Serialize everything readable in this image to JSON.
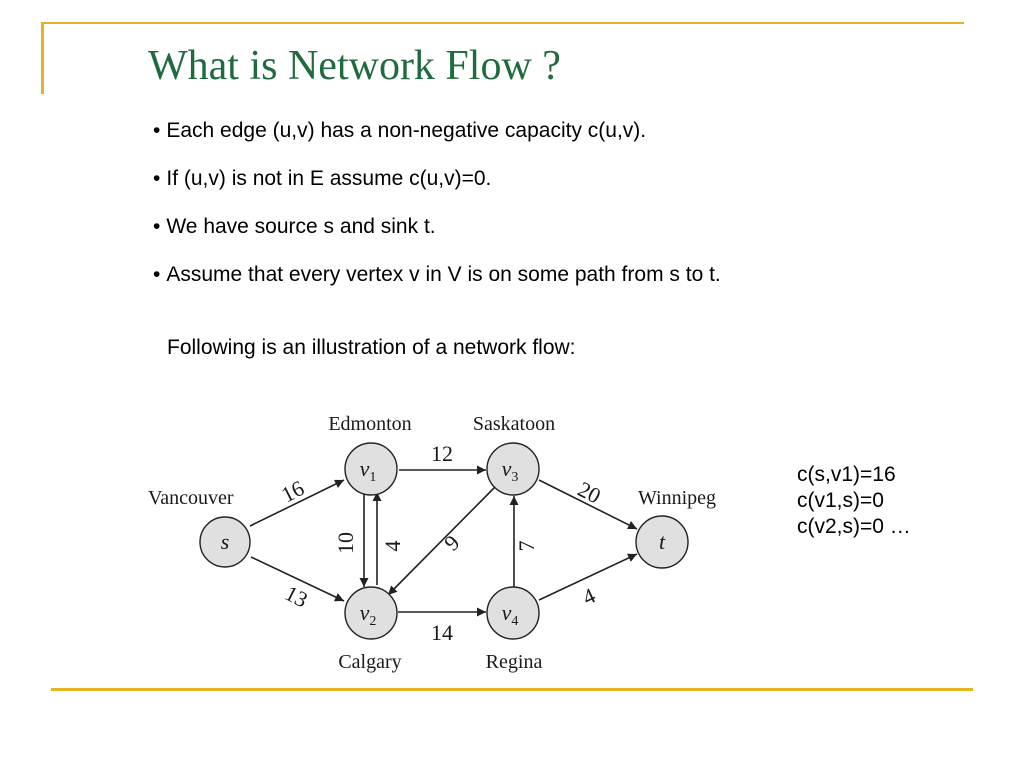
{
  "colors": {
    "title": "#1f6b3f",
    "frame": "#e6b422",
    "node_fill": "#e0e0e0",
    "edge": "#222222"
  },
  "title": "What is Network Flow ?",
  "bullets": [
    "Each edge (u,v) has a non-negative capacity c(u,v).",
    "If (u,v) is not in E assume c(u,v)=0.",
    "We have source s and sink t.",
    "Assume that every vertex v in V is on some path from s to t."
  ],
  "bullet_symbol": "•",
  "following_text": "Following is an illustration of a network flow:",
  "diagram": {
    "cities": {
      "vancouver": "Vancouver",
      "edmonton": "Edmonton",
      "saskatoon": "Saskatoon",
      "calgary": "Calgary",
      "regina": "Regina",
      "winnipeg": "Winnipeg"
    },
    "vertices": {
      "s": {
        "base": "s",
        "sub": ""
      },
      "v1": {
        "base": "v",
        "sub": "1"
      },
      "v2": {
        "base": "v",
        "sub": "2"
      },
      "v3": {
        "base": "v",
        "sub": "3"
      },
      "v4": {
        "base": "v",
        "sub": "4"
      },
      "t": {
        "base": "t",
        "sub": ""
      }
    },
    "capacities": {
      "s_v1": "16",
      "s_v2": "13",
      "v1_v2": "10",
      "v2_v1": "4",
      "v1_v3": "12",
      "v3_v2": "9",
      "v2_v4": "14",
      "v4_v3": "7",
      "v3_t": "20",
      "v4_t": "4"
    }
  },
  "capacity_notes": [
    "c(s,v1)=16",
    "c(v1,s)=0",
    "c(v2,s)=0 …"
  ]
}
